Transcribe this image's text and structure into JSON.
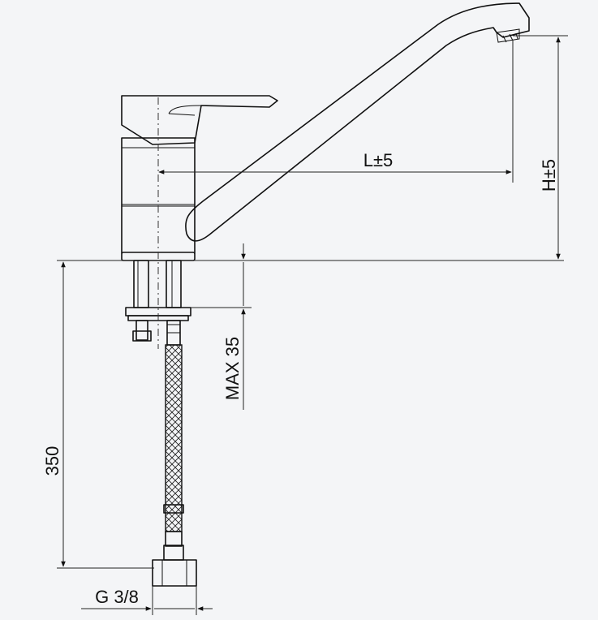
{
  "labels": {
    "length": "L±5",
    "height": "H±5",
    "max_thickness": "MAX 35",
    "hose_length": "350",
    "thread": "G 3/8"
  },
  "colors": {
    "background": "#f4f5f7",
    "line": "#111111"
  }
}
